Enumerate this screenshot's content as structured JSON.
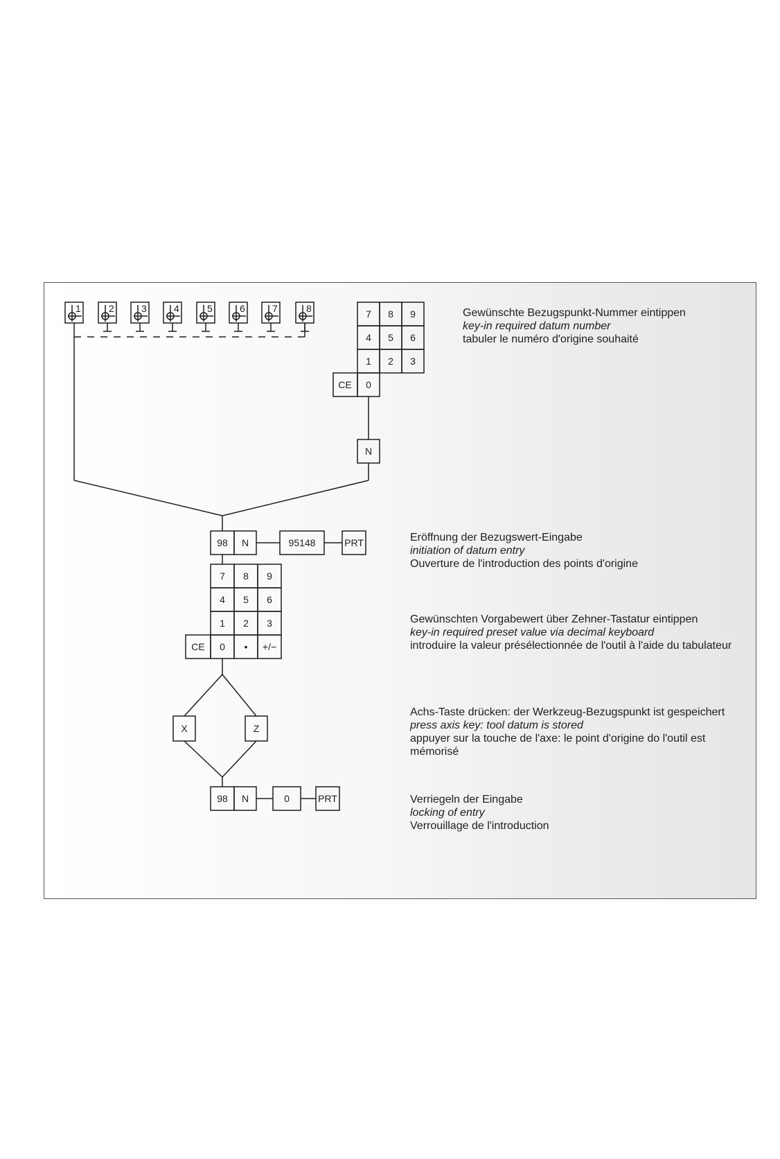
{
  "datum_keys": [
    "1",
    "2",
    "3",
    "4",
    "5",
    "6",
    "7",
    "8"
  ],
  "keypad_top": {
    "rows": [
      [
        "7",
        "8",
        "9"
      ],
      [
        "4",
        "5",
        "6"
      ],
      [
        "1",
        "2",
        "3"
      ]
    ],
    "clear": "CE",
    "zero": "0"
  },
  "n_key": "N",
  "entry_row": {
    "code": "98",
    "n": "N",
    "value": "95148",
    "print": "PRT"
  },
  "keypad_decimal": {
    "rows": [
      [
        "7",
        "8",
        "9"
      ],
      [
        "4",
        "5",
        "6"
      ],
      [
        "1",
        "2",
        "3"
      ]
    ],
    "clear": "CE",
    "zero": "0",
    "point": "•",
    "sign": "+/−"
  },
  "axis_keys": {
    "x": "X",
    "z": "Z"
  },
  "lock_row": {
    "code": "98",
    "n": "N",
    "value": "0",
    "print": "PRT"
  },
  "steps": [
    {
      "de": "Gewünschte Bezugspunkt-Nummer eintippen",
      "en": "key-in required datum number",
      "fr": "tabuler le numéro d'origine souhaité"
    },
    {
      "de": "Eröffnung der Bezugswert-Eingabe",
      "en": "initiation of datum entry",
      "fr": "Ouverture de l'introduction des points d'origine"
    },
    {
      "de": "Gewünschten Vorgabewert über Zehner-Tastatur eintippen",
      "en": "key-in required preset value via decimal keyboard",
      "fr": "introduire la valeur présélectionnée de l'outil à l'aide du tabulateur"
    },
    {
      "de": "Achs-Taste drücken: der Werkzeug-Bezugspunkt ist gespeichert",
      "en": "press axis key: tool datum is stored",
      "fr": "appuyer sur la touche de l'axe: le point d'origine do l'outil est mémorisé"
    },
    {
      "de": "Verriegeln der Eingabe",
      "en": "locking of entry",
      "fr": "Verrouillage de l'introduction"
    }
  ]
}
